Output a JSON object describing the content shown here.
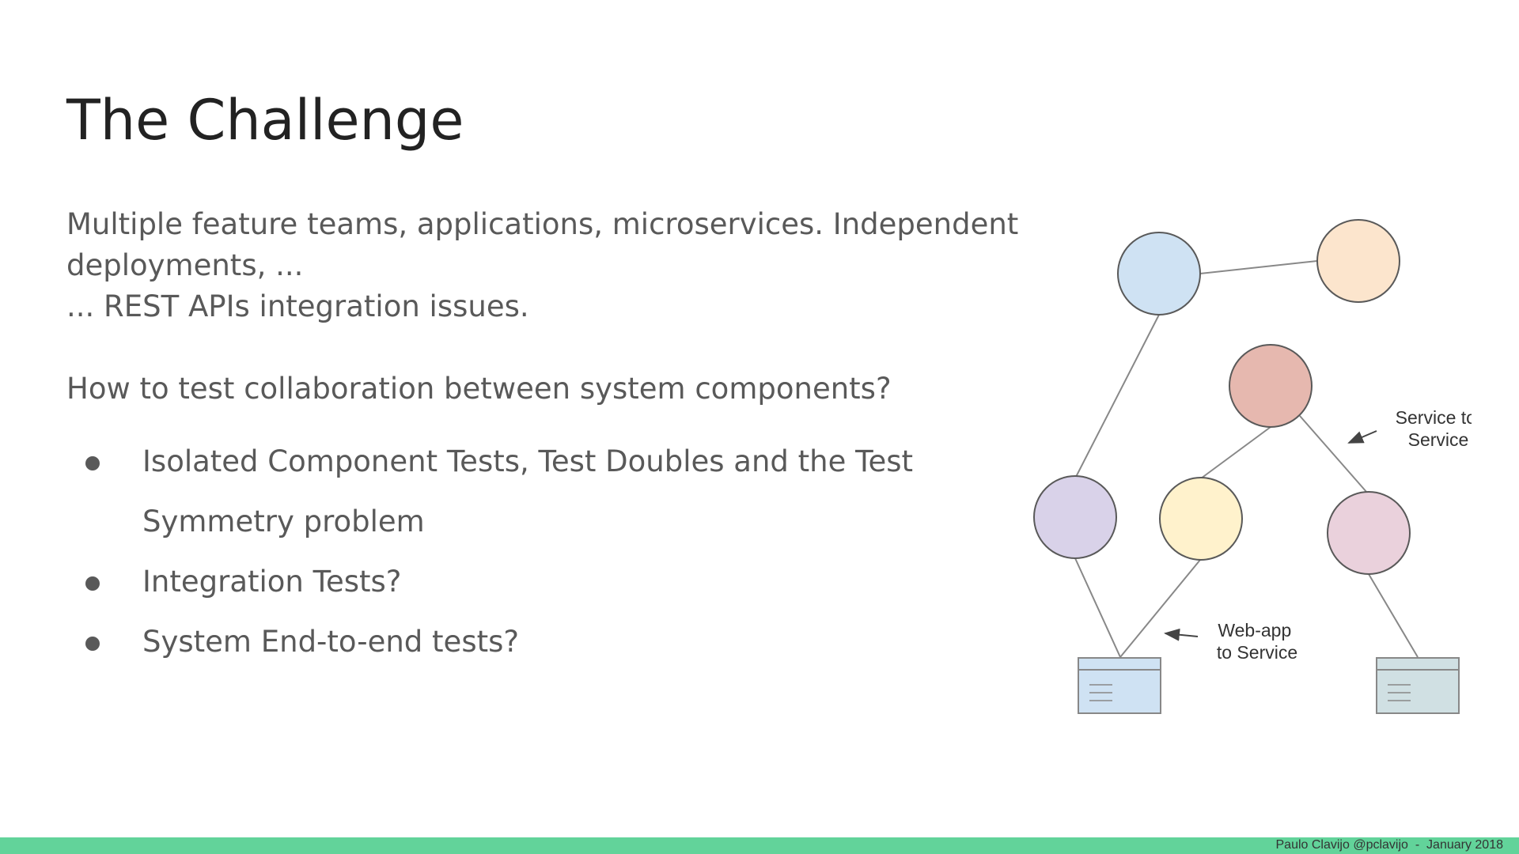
{
  "slide": {
    "title": "The Challenge",
    "paragraph_lines": [
      "Multiple feature teams, applications, microservices. Independent",
      "deployments, ...",
      "... REST APIs integration issues."
    ],
    "question": "How to test collaboration between system components?",
    "bullets": [
      {
        "line1": "Isolated Component Tests, Test Doubles and the Test",
        "line2": "Symmetry problem"
      },
      {
        "line1": "Integration Tests?"
      },
      {
        "line1": "System End-to-end tests?"
      }
    ]
  },
  "diagram": {
    "label_service": [
      "Service to",
      "Service"
    ],
    "label_webapp": [
      "Web-app",
      "to Service"
    ],
    "colors": {
      "blue": "#cfe2f3",
      "orange": "#fce5cd",
      "red": "#e6b8af",
      "purple": "#d9d2e9",
      "yellow": "#fff2cc",
      "pink": "#ead1dc",
      "box_blue": "#cfe2f3",
      "box_teal": "#d0e0e3"
    }
  },
  "footer": {
    "text": "Paulo Clavijo @pclavijo  -  January 2018",
    "bar_color": "#62d39a"
  }
}
